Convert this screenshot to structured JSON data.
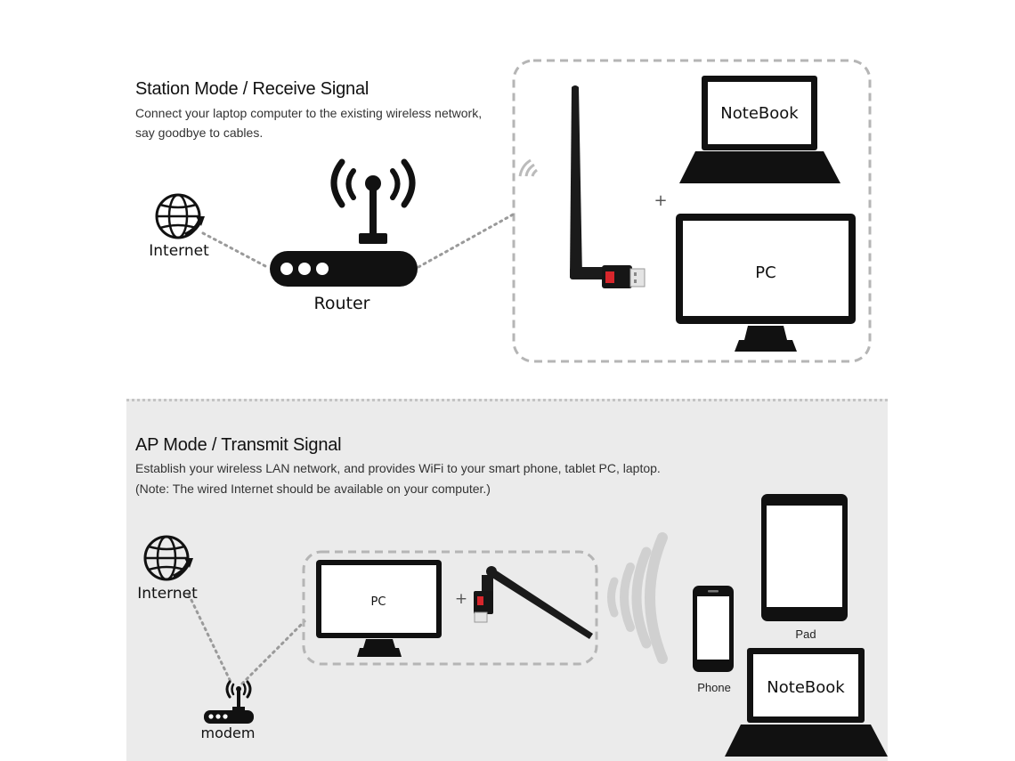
{
  "station": {
    "title": "Station Mode / Receive Signal",
    "desc_line1": "Connect your laptop computer to the existing wireless network,",
    "desc_line2": "say goodbye to cables.",
    "internet_label": "Internet",
    "router_label": "Router",
    "notebook_label": "NoteBook",
    "pc_label": "PC",
    "plus": "+"
  },
  "ap": {
    "title": "AP Mode / Transmit Signal",
    "desc_line1": "Establish your wireless LAN network, and provides WiFi to your smart phone, tablet PC, laptop.",
    "desc_line2": "(Note: The wired Internet should be available on your computer.)",
    "internet_label": "Internet",
    "modem_label": "modem",
    "pc_label": "PC",
    "plus": "+",
    "phone_label": "Phone",
    "pad_label": "Pad",
    "notebook_label": "NoteBook"
  },
  "colors": {
    "ink": "#111111",
    "dash": "#b5b5b5",
    "panel": "#ebebeb",
    "adapter_red": "#d8262c"
  }
}
